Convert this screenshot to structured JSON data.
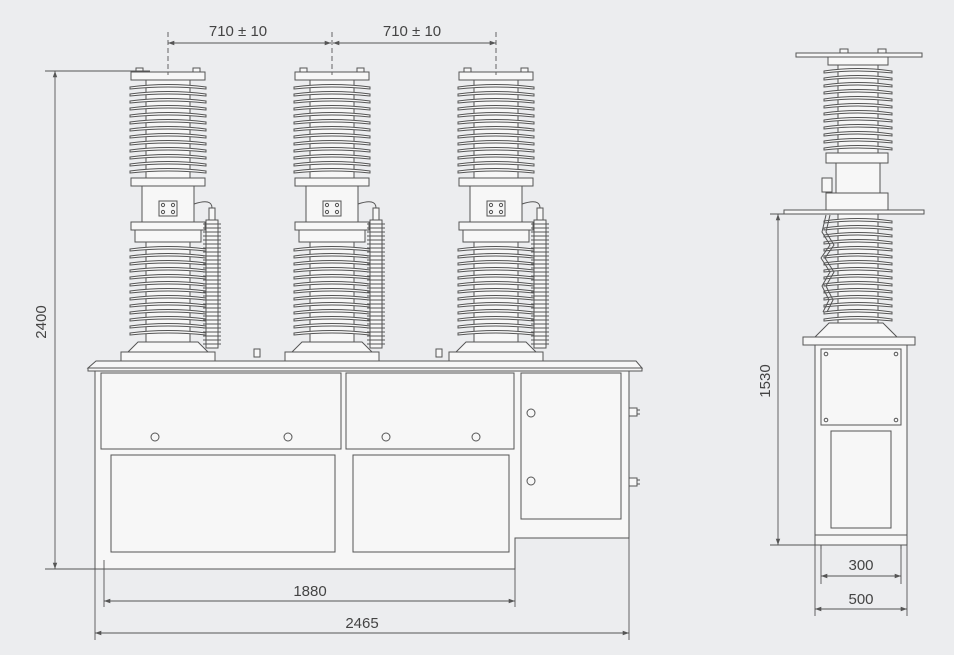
{
  "dimensions": {
    "front": {
      "phase_spacing_1": "710 ± 10",
      "phase_spacing_2": "710 ± 10",
      "overall_height": "2400",
      "base_width": "1880",
      "overall_width": "2465"
    },
    "side": {
      "height": "1530",
      "inner_width": "300",
      "outer_width": "500"
    }
  },
  "colors": {
    "background": "#ecedef",
    "line": "#555555",
    "fill": "#f7f7f7",
    "text": "#444444"
  }
}
